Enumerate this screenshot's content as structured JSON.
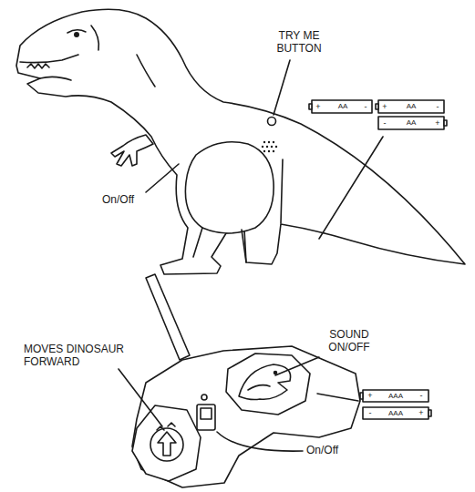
{
  "diagram": {
    "labels": [
      "TRY ME BUTTON",
      "+",
      "AA",
      "-",
      "+",
      "AA",
      "-",
      "-",
      "AA",
      "+",
      "On/Off",
      "MOVES DINOSAUR FORWARD",
      "SOUND ON/OFF",
      "+",
      "AAA",
      "-",
      "-",
      "AAA",
      "+",
      "On/Off"
    ]
  }
}
